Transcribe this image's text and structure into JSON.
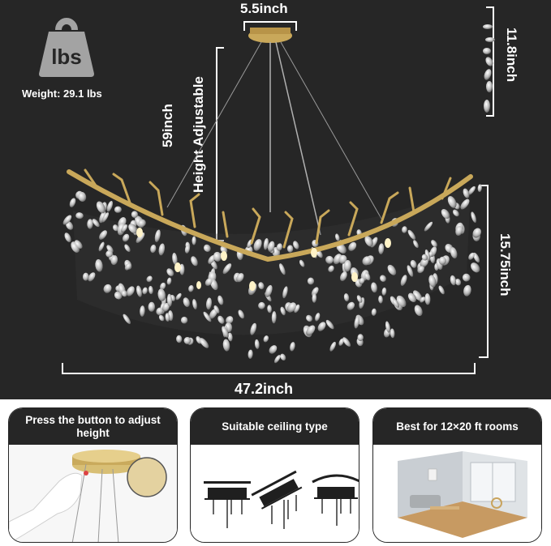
{
  "product": {
    "weight_icon_text": "lbs",
    "weight_label": "Weight: 29.1 lbs",
    "canopy_width": "5.5inch",
    "chain_length": "59inch",
    "height_note": "Height Adjustable",
    "crystal_strand_length": "11.8inch",
    "body_height": "15.75inch",
    "body_width": "47.2inch"
  },
  "colors": {
    "background_dark": "#262626",
    "text_light": "#ffffff",
    "gold": "#c9a85a",
    "crystal": "#d8d8d8"
  },
  "cards": [
    {
      "title": "Press the button to adjust height",
      "icon": "hand-adjust-canopy-photo"
    },
    {
      "title": "Suitable ceiling type",
      "icon": "ceiling-types-diagram"
    },
    {
      "title": "Best for 12×20 ft rooms",
      "icon": "living-room-photo"
    }
  ]
}
